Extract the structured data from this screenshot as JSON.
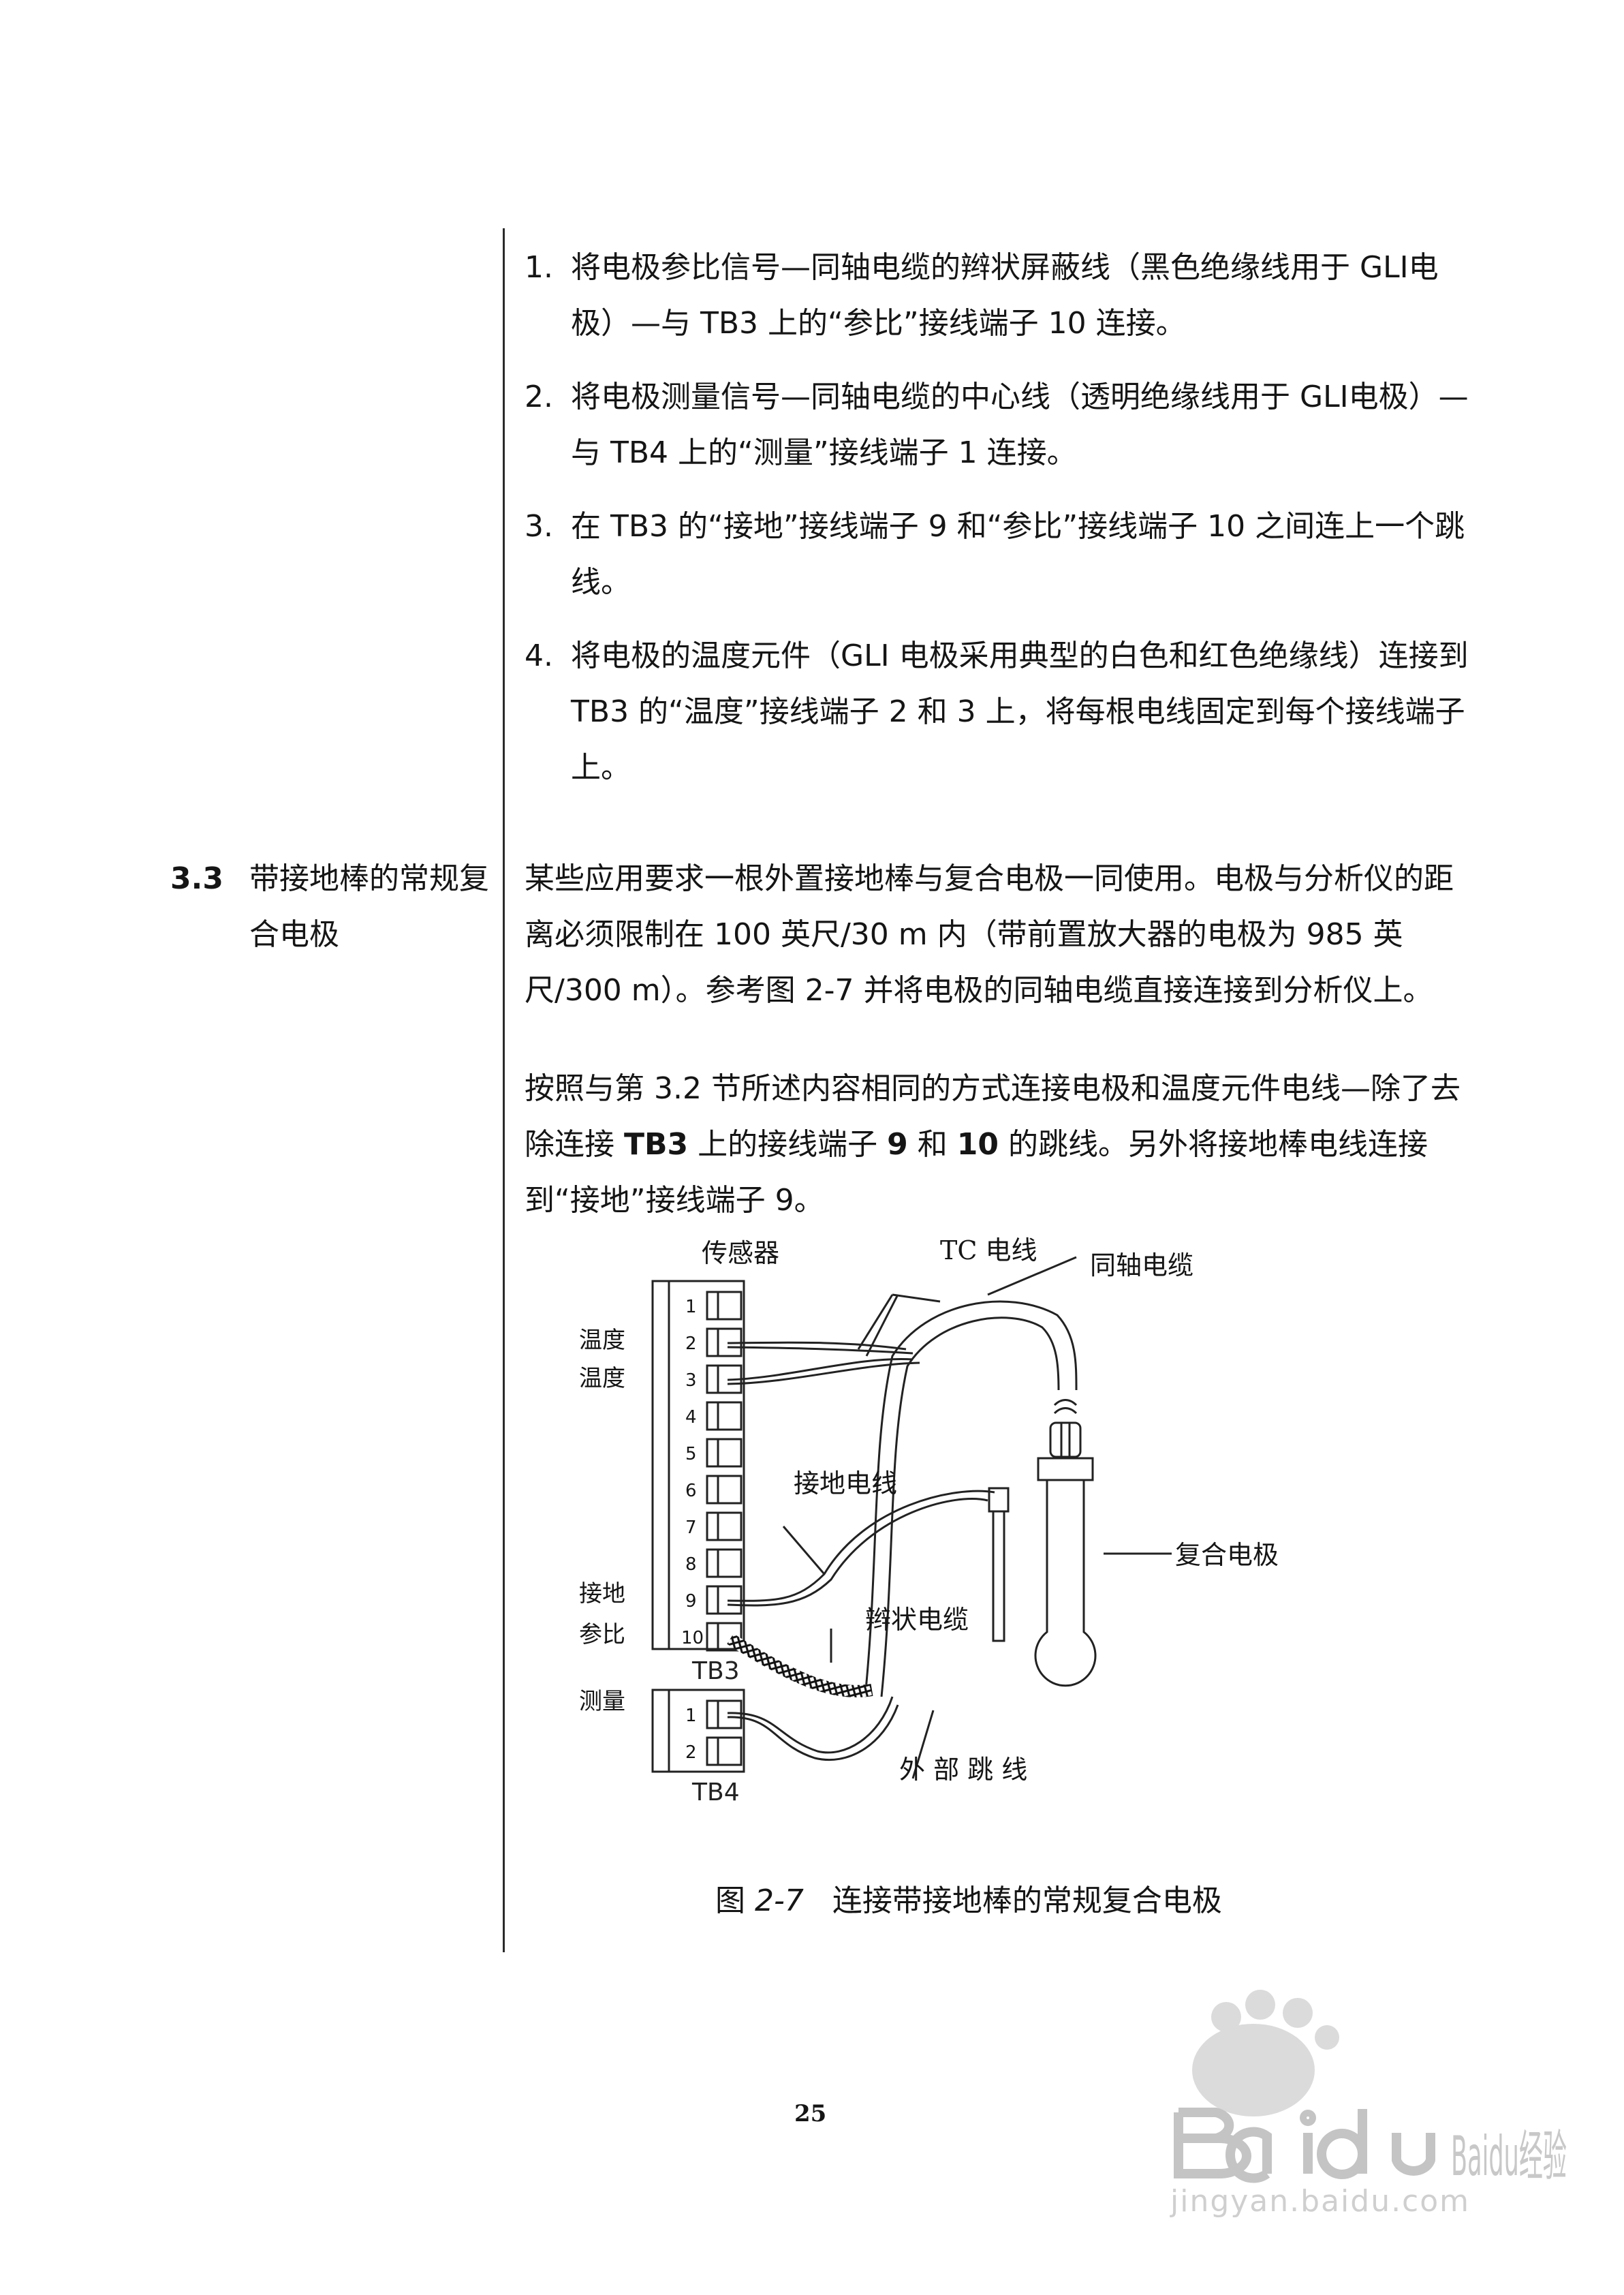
{
  "steps": [
    {
      "num": "1.",
      "text": "将电极参比信号—同轴电缆的辫状屏蔽线（黑色绝缘线用于 GLI电极）—与 TB3 上的“参比”接线端子 10 连接。"
    },
    {
      "num": "2.",
      "text": "将电极测量信号—同轴电缆的中心线（透明绝缘线用于 GLI电极）—与 TB4 上的“测量”接线端子 1 连接。"
    },
    {
      "num": "3.",
      "text": "在 TB3 的“接地”接线端子 9 和“参比”接线端子 10 之间连上一个跳线。"
    },
    {
      "num": "4.",
      "text": "将电极的温度元件（GLI 电极采用典型的白色和红色绝缘线）连接到 TB3 的“温度”接线端子 2 和 3 上，将每根电线固定到每个接线端子上。"
    }
  ],
  "section": {
    "number": "3.3",
    "title": "带接地棒的常规复合电极",
    "para1": "某些应用要求一根外置接地棒与复合电极一同使用。电极与分析仪的距离必须限制在 100 英尺/30 m 内（带前置放大器的电极为 985 英尺/300 m）。参考图 2-7 并将电极的同轴电缆直接连接到分析仪上。",
    "para2_a": "按照与第  3.2  节所述内容相同的方式连接电极和温度元件电线—除了去除连接 ",
    "para2_b1": "TB3",
    "para2_c": " 上的接线端子 ",
    "para2_b2": "9",
    "para2_d": " 和 ",
    "para2_b3": "10",
    "para2_e": " 的跳线。另外将接地棒电线连接到“接地”接线端子 9。"
  },
  "diagram": {
    "sensor": "传感器",
    "tc_wire": "TC 电线",
    "coax": "同轴电缆",
    "ground_wire": "接地电线",
    "braid": "辫状电缆",
    "combo_electrode": "复合电极",
    "ext_jumper": "外 部 跳 线",
    "temp1": "温度",
    "temp2": "温度",
    "ground": "接地",
    "reference": "参比",
    "measure": "测量",
    "tb3": "TB3",
    "tb4": "TB4",
    "tb3_terminals": [
      "1",
      "2",
      "3",
      "4",
      "5",
      "6",
      "7",
      "8",
      "9",
      "10"
    ],
    "tb4_terminals": [
      "1",
      "2"
    ]
  },
  "caption": {
    "prefix": "图 ",
    "fig": "2-7",
    "text": "   连接带接地棒的常规复合电极"
  },
  "page_number": "25",
  "watermark": {
    "logo": "Baidu经验",
    "url": "jingyan.baidu.com"
  }
}
